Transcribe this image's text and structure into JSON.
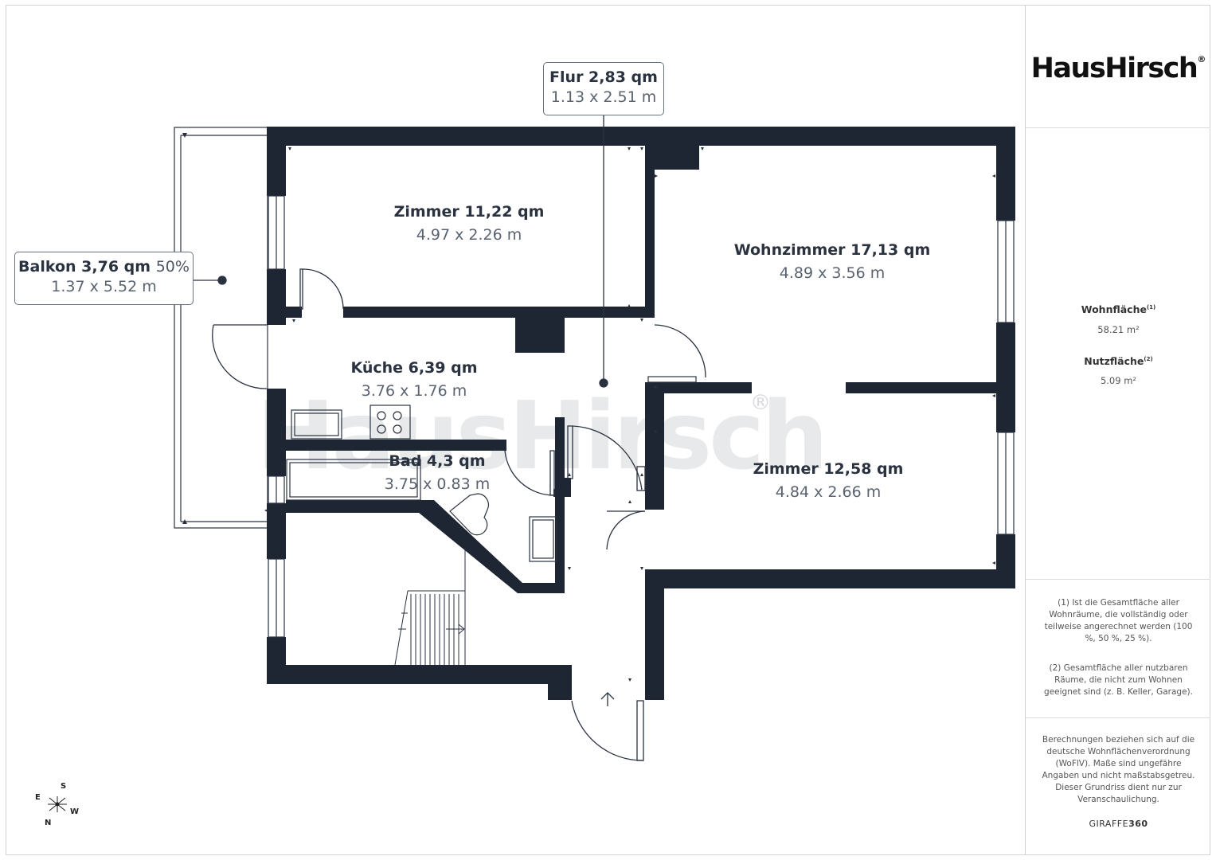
{
  "brand": {
    "logo": "HausHirsch",
    "logo_mark": "®",
    "watermark": "HausHirsch",
    "footer_brand_prefix": "GIRAFFE",
    "footer_brand_suffix": "360"
  },
  "summary": {
    "living_area_label": "Wohnfläche",
    "living_area_sup": "(1)",
    "living_area_value": "58.21 m²",
    "usable_area_label": "Nutzfläche",
    "usable_area_sup": "(2)",
    "usable_area_value": "5.09 m²"
  },
  "notes": {
    "note1": "(1) Ist die Gesamtfläche aller Wohnräume, die vollständig oder teilweise angerechnet werden (100 %, 50 %, 25 %).",
    "note2": "(2) Gesamtfläche aller nutzbaren Räume, die nicht zum Wohnen geeignet sind (z. B. Keller, Garage).",
    "disclaimer": "Berechnungen beziehen sich auf die deutsche Wohnflächenverordnung (WoFlV). Maße sind ungefähre Angaben und nicht maßstabsgetreu. Dieser Grundriss dient nur zur Veranschaulichung."
  },
  "rooms": {
    "zimmer1": {
      "title": "Zimmer 11,22 qm",
      "dims": "4.97 x 2.26 m"
    },
    "wohnzimmer": {
      "title": "Wohnzimmer 17,13 qm",
      "dims": "4.89 x 3.56 m"
    },
    "kueche": {
      "title": "Küche 6,39 qm",
      "dims": "3.76 x 1.76 m"
    },
    "bad": {
      "title": "Bad 4,3 qm",
      "dims": "3.75 x 0.83 m"
    },
    "zimmer2": {
      "title": "Zimmer 12,58 qm",
      "dims": "4.84 x 2.66 m"
    },
    "flur": {
      "title": "Flur 2,83 qm",
      "dims": "1.13 x 2.51 m"
    },
    "balkon": {
      "title": "Balkon 3,76 qm",
      "percent": "50%",
      "dims": "1.37 x 5.52 m"
    }
  },
  "compass": {
    "s": "S",
    "e": "E",
    "w": "W",
    "n": "N"
  },
  "colors": {
    "wall": "#1e2633",
    "line": "#2a3240",
    "border": "#cfd3d8"
  }
}
